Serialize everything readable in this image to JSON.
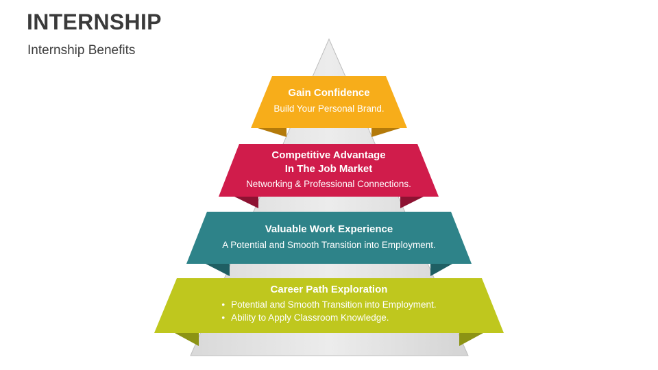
{
  "header": {
    "title": "INTERNSHIP",
    "subtitle": "Internship Benefits"
  },
  "colors": {
    "pyramid": "#e2e2e2",
    "band1": "#f7ad1a",
    "band2": "#d01c4b",
    "band3": "#2e8389",
    "band4": "#bfc71e"
  },
  "bands": [
    {
      "title": "Gain Confidence",
      "desc": "Build Your Personal Brand."
    },
    {
      "title_line1": "Competitive Advantage",
      "title_line2": "In The Job Market",
      "desc": "Networking & Professional Connections."
    },
    {
      "title": "Valuable Work Experience",
      "desc": "A Potential and Smooth Transition into Employment."
    },
    {
      "title": "Career Path Exploration",
      "bullets": [
        "Potential and Smooth Transition into Employment.",
        "Ability to Apply Classroom Knowledge."
      ]
    }
  ]
}
